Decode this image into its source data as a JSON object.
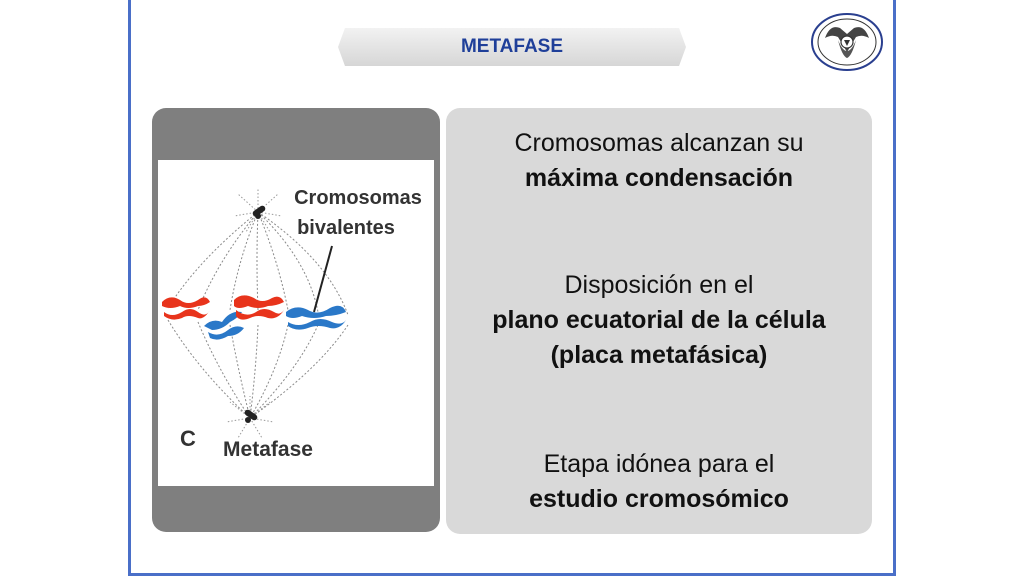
{
  "header": {
    "title": "METAFASE"
  },
  "logo": {
    "icon": "university-seal"
  },
  "figure": {
    "label_bivalentes_line1": "Cromosomas",
    "label_bivalentes_line2": "bivalentes",
    "panel_letter": "C",
    "label_phase": "Metafase"
  },
  "content": {
    "p1_line1": "Cromosomas alcanzan su",
    "p1_line2": "máxima condensación",
    "p2_line1": "Disposición en el",
    "p2_line2": "plano ecuatorial de la célula",
    "p2_line3": "(placa metafásica)",
    "p3_line1": "Etapa idónea para el",
    "p3_line2": "estudio cromosómico"
  },
  "colors": {
    "frame": "#4a6fc8",
    "title": "#1f3f99",
    "chromosome_red": "#e8341c",
    "chromosome_blue": "#2a78c8"
  }
}
